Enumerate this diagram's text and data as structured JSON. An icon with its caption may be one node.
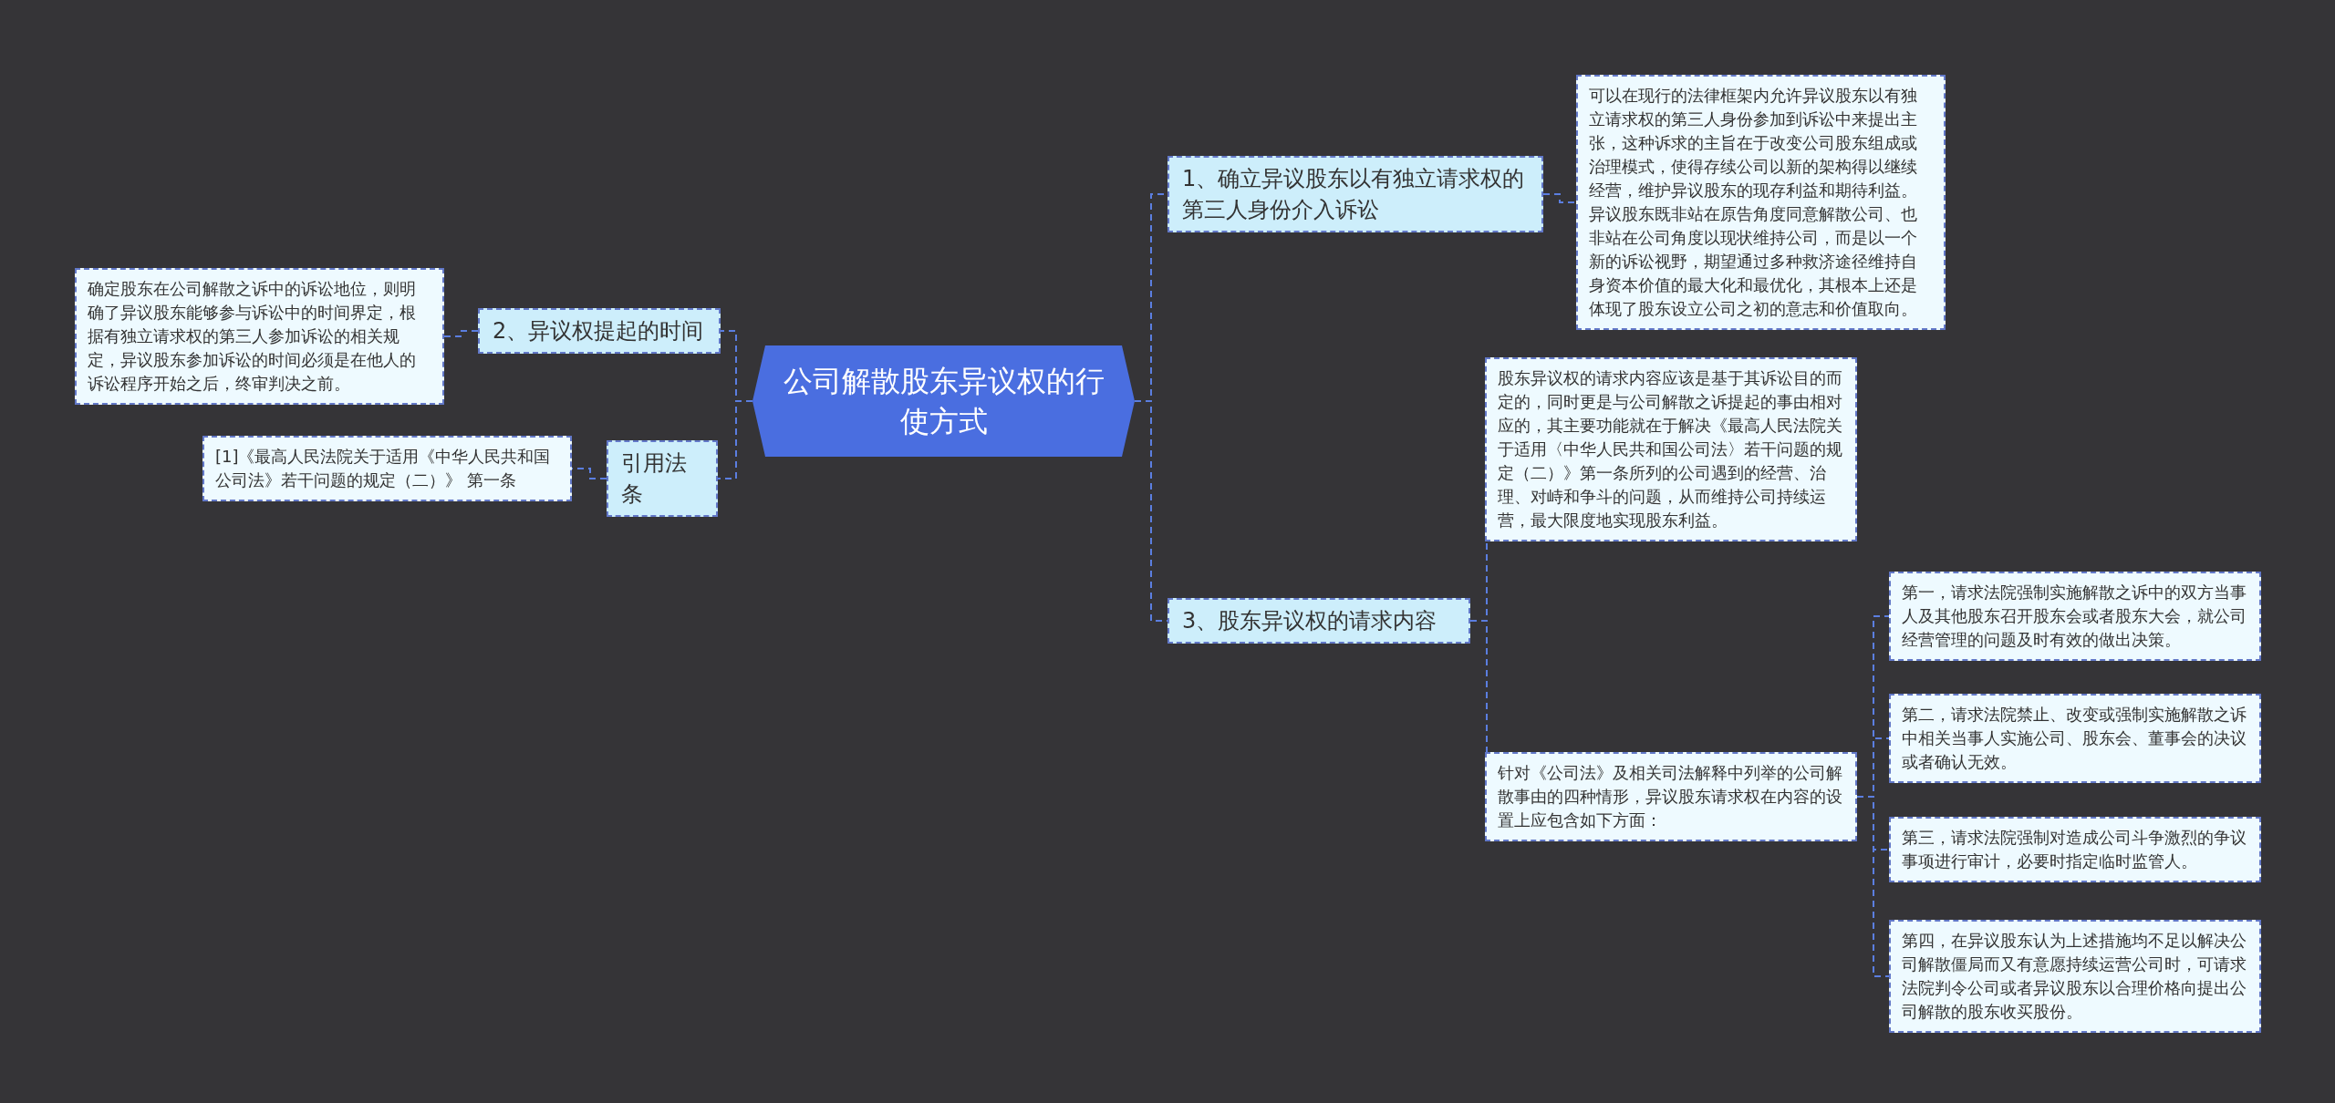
{
  "diagram": {
    "nodes": [
      {
        "text": [
          "公司解散股东异议权的行使方式"
        ]
      },
      {
        "text": [
          "1、确立异议股东以有独立请求权的第三人身份介入诉讼"
        ]
      },
      {
        "text": [
          "可以在现行的法律框架内允许异议股东以有独立请求权的第三人身份参加到诉讼中来提出主张，这种诉求的主旨在于改变公司股东组成或治理模式，使得存续公司以新的架构得以继续经营，维护异议股东的现存利益和期待利益。异议股东既非站在原告角度同意解散公司、也非站在公司角度以现状维持公司，而是以一个新的诉讼视野，期望通过多种救济途径维持自身资本价值的最大化和最优化，其根本上还是体现了股东设立公司之初的意志和价值取向。"
        ]
      },
      {
        "text": [
          "2、异议权提起的时间"
        ]
      },
      {
        "text": [
          "确定股东在公司解散之诉中的诉讼地位，则明确了异议股东能够参与诉讼中的时间界定，根据有独立请求权的第三人参加诉讼的相关规定，异议股东参加诉讼的时间必须是在他人的诉讼程序开始之后，终审判决之前。"
        ]
      },
      {
        "text": [
          "引用法条"
        ]
      },
      {
        "text": [
          "[1]《最高人民法院关于适用《中华人民共和国公司法》若干问题的规定（二）》 第一条"
        ]
      },
      {
        "text": [
          "3、股东异议权的请求内容"
        ]
      },
      {
        "text": [
          "股东异议权的请求内容应该是基于其诉讼目的而定的，同时更是与公司解散之诉提起的事由相对应的，其主要功能就在于解决《最高人民法院关于适用〈中华人民共和国公司法〉若干问题的规定（二）》第一条所列的公司遇到的经营、治理、对峙和争斗的问题，从而维持公司持续运营，最大限度地实现股东利益。"
        ]
      },
      {
        "text": [
          "针对《公司法》及相关司法解释中列举的公司解散事由的四种情形，异议股东请求权在内容的设置上应包含如下方面："
        ]
      },
      {
        "text": [
          "第一，请求法院强制实施解散之诉中的双方当事人及其他股东召开股东会或者股东大会，就公司经营管理的问题及时有效的做出决策。"
        ]
      },
      {
        "text": [
          "第二，请求法院禁止、改变或强制实施解散之诉中相关当事人实施公司、股东会、董事会的决议或者确认无效。"
        ]
      },
      {
        "text": [
          "第三，请求法院强制对造成公司斗争激烈的争议事项进行审计，必要时指定临时监管人。"
        ]
      },
      {
        "text": [
          "第四，在异议股东认为上述措施均不足以解决公司解散僵局而又有意愿持续运营公司时，可请求法院判令公司或者异议股东以合理价格向提出公司解散的股东收买股份。"
        ]
      }
    ],
    "edges": [
      {
        "from": 0,
        "to": 1,
        "arrow": "none",
        "style": "dashed"
      },
      {
        "from": 1,
        "to": 2,
        "arrow": "none",
        "style": "dashed"
      },
      {
        "from": 0,
        "to": 3,
        "arrow": "none",
        "style": "dashed"
      },
      {
        "from": 3,
        "to": 4,
        "arrow": "none",
        "style": "dashed"
      },
      {
        "from": 0,
        "to": 5,
        "arrow": "none",
        "style": "dashed"
      },
      {
        "from": 5,
        "to": 6,
        "arrow": "none",
        "style": "dashed"
      },
      {
        "from": 0,
        "to": 7,
        "arrow": "none",
        "style": "dashed"
      },
      {
        "from": 7,
        "to": 8,
        "arrow": "none",
        "style": "dashed"
      },
      {
        "from": 7,
        "to": 9,
        "arrow": "none",
        "style": "dashed"
      },
      {
        "from": 9,
        "to": 10,
        "arrow": "none",
        "style": "dashed"
      },
      {
        "from": 9,
        "to": 11,
        "arrow": "none",
        "style": "dashed"
      },
      {
        "from": 9,
        "to": 12,
        "arrow": "none",
        "style": "dashed"
      },
      {
        "from": 9,
        "to": 13,
        "arrow": "none",
        "style": "dashed"
      }
    ]
  }
}
